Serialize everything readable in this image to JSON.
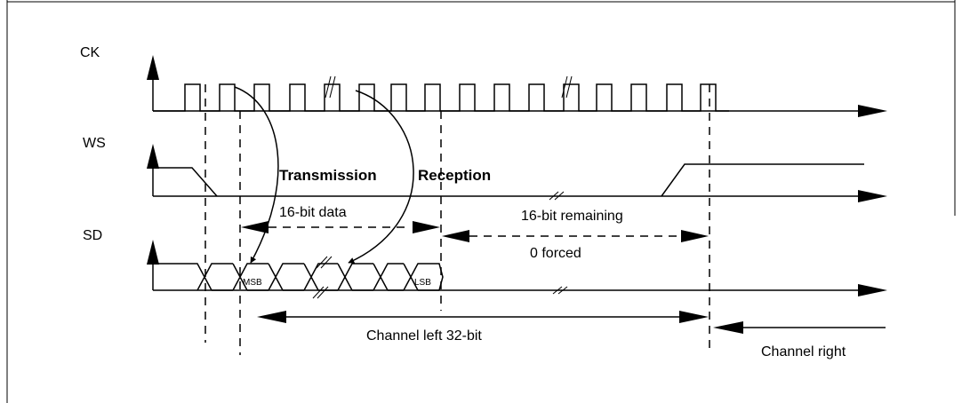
{
  "diagram": {
    "signals": {
      "ck": "CK",
      "ws": "WS",
      "sd": "SD"
    },
    "labels": {
      "transmission": "Transmission",
      "reception": "Reception",
      "data_16bit": "16-bit data",
      "remaining_16bit": "16-bit remaining",
      "zero_forced": "0 forced",
      "msb": "MSB",
      "lsb": "LSB",
      "channel_left": "Channel left 32-bit",
      "channel_right": "Channel right"
    }
  }
}
